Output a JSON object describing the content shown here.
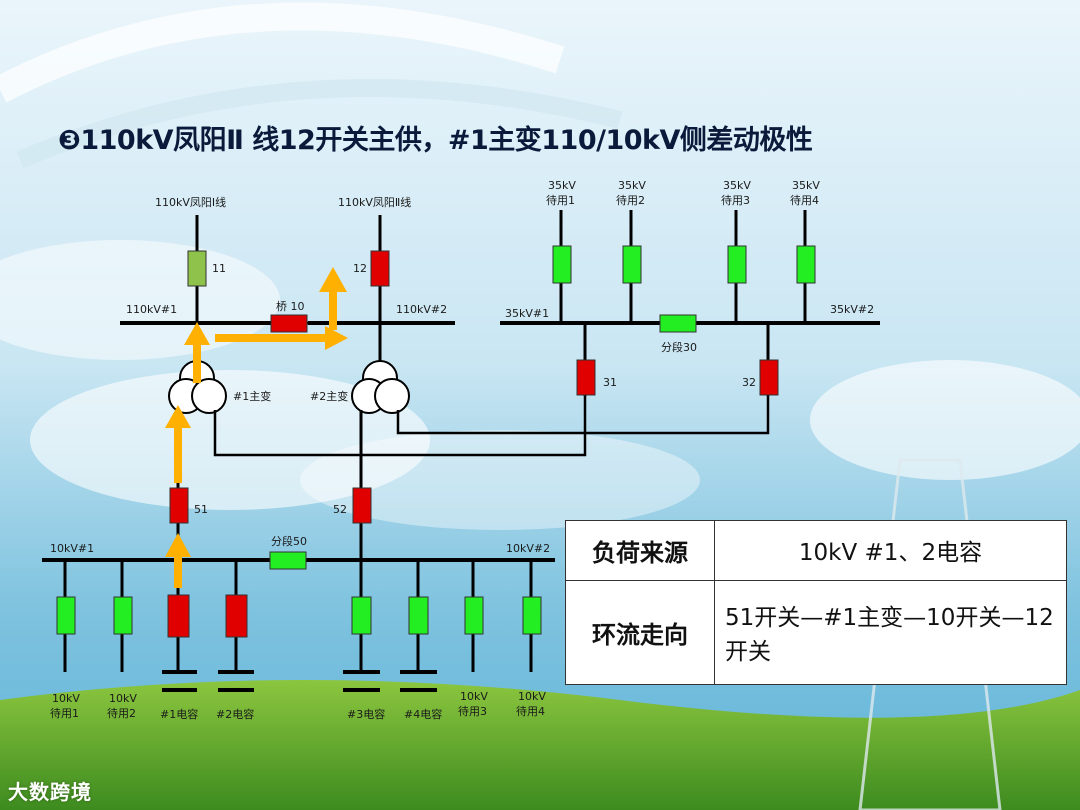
{
  "title": "❸110kV凤阳Ⅱ 线12开关主供，#1主变110/10kV侧差动极性",
  "labels": {
    "line1": "110kV凤阳Ⅰ线",
    "line2": "110kV凤阳Ⅱ线",
    "bus110_1": "110kV#1",
    "bus110_2": "110kV#2",
    "bridge": "桥 10",
    "sw11": "11",
    "sw12": "12",
    "t1": "#1主变",
    "t2": "#2主变",
    "bus35_1": "35kV#1",
    "bus35_2": "35kV#2",
    "seg30": "分段30",
    "sw31": "31",
    "sw32": "32",
    "sp35_1a": "35kV",
    "sp35_1b": "待用1",
    "sp35_2a": "35kV",
    "sp35_2b": "待用2",
    "sp35_3a": "35kV",
    "sp35_3b": "待用3",
    "sp35_4a": "35kV",
    "sp35_4b": "待用4",
    "sw51": "51",
    "sw52": "52",
    "bus10_1": "10kV#1",
    "bus10_2": "10kV#2",
    "seg50": "分段50",
    "f10_1a": "10kV",
    "f10_1b": "待用1",
    "f10_2a": "10kV",
    "f10_2b": "待用2",
    "cap1": "#1电容",
    "cap2": "#2电容",
    "cap3": "#3电容",
    "cap4": "#4电容",
    "f10_3a": "10kV",
    "f10_3b": "待用3",
    "f10_4a": "10kV",
    "f10_4b": "待用4"
  },
  "table": {
    "load_key": "负荷来源",
    "load_val": "10kV #1、2电容",
    "flow_key": "环流走向",
    "flow_val": "51开关—#1主变—10开关—12开关"
  },
  "logo": "大数跨境",
  "colors": {
    "closed": "#e00000",
    "open": "#22ee22",
    "open_light": "#8fc24a",
    "arrow": "#ffb000"
  }
}
